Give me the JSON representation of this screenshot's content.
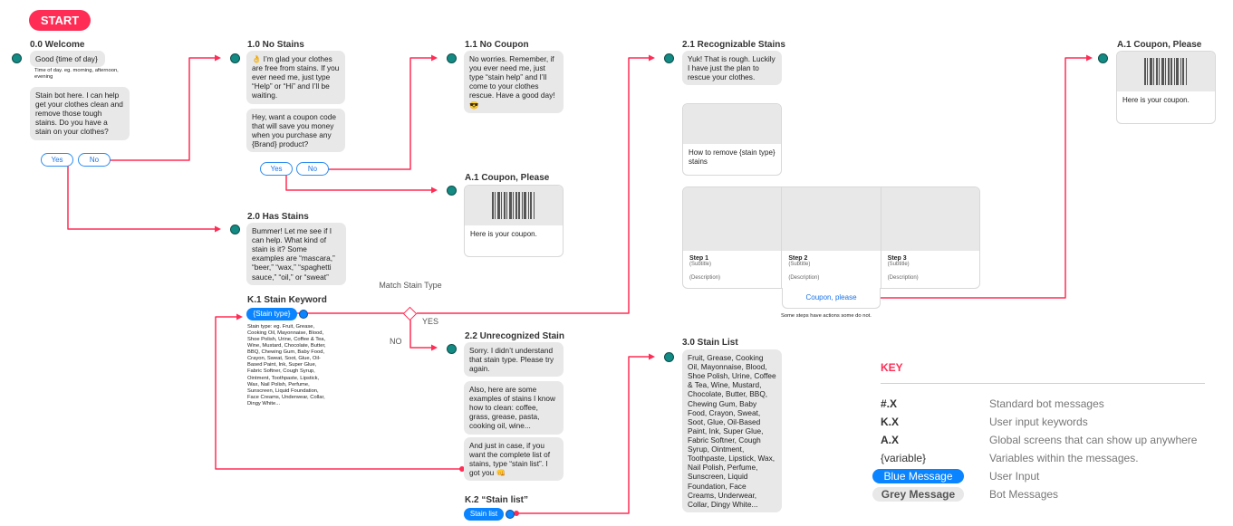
{
  "start_label": "START",
  "node_00": {
    "title": "0.0 Welcome",
    "msg1": "Good {time of day}",
    "note": "Time of day. eg. morning, afternoon, evening",
    "msg2": "Stain bot here. I can help get your clothes clean and remove those tough stains. Do you have a stain on your clothes?",
    "yes": "Yes",
    "no": "No"
  },
  "node_10": {
    "title": "1.0 No Stains",
    "msg1": "👌 I’m glad your clothes are free from stains. If you ever need me, just type “Help” or “Hi” and I’ll be waiting.",
    "msg2": "Hey, want a coupon code that will save you money when you purchase any {Brand} product?",
    "yes": "Yes",
    "no": "No"
  },
  "node_11": {
    "title": "1.1 No Coupon",
    "msg": "No worries. Remember, if you ever need me, just type “stain help” and I’ll come to your clothes rescue. Have a good day! 😎"
  },
  "node_a1_mid": {
    "title": "A.1 Coupon, Please",
    "text": "Here is your coupon."
  },
  "node_20": {
    "title": "2.0 Has Stains",
    "msg": "Bummer! Let me see if I can help. What  kind of stain is it? Some examples are “mascara,” “beer,” “wax,” “spaghetti sauce,” “oil,” or “sweat”"
  },
  "node_k1": {
    "title": "K.1 Stain Keyword",
    "chip": "{Stain type}",
    "note": "Stain type: eg. Fruit, Grease, Cooking Oil, Mayonnaise, Blood, Shoe Polish, Urine, Coffee & Tea, Wine, Mustard, Chocolate, Butter, BBQ, Chewing Gum, Baby Food, Crayon, Sweat, Soot, Glue, Oil-Based Paint, Ink, Super Glue, Fabric Softner,  Cough Syrup, Ointment, Toothpaste, Lipstick, Wax, Nail Polish, Perfume, Sunscreen, Liquid Foundation, Face Creams, Underwear, Collar, Dingy White..."
  },
  "decision": {
    "label": "Match Stain Type",
    "yes": "YES",
    "no": "NO"
  },
  "node_21": {
    "title": "2.1 Recognizable Stains",
    "msg": "Yuk! That is rough. Luckily I have just the plan to rescue your clothes.",
    "card_text": "How to remove {stain type} stains",
    "steps": [
      {
        "title": "Step 1",
        "subtitle": "(Subtitle)",
        "desc": "(Description)"
      },
      {
        "title": "Step 2",
        "subtitle": "(Subtitle)",
        "desc": "(Description)"
      },
      {
        "title": "Step 3",
        "subtitle": "(Subtitle)",
        "desc": "(Description)"
      }
    ],
    "action": "Coupon, please",
    "action_note": "Some steps have actions some do not."
  },
  "node_22": {
    "title": "2.2 Unrecognized Stain",
    "msg1": "Sorry. I didn’t understand that stain type. Please try again.",
    "msg2": "Also, here are some examples of stains I know how to clean: coffee, grass, grease, pasta, cooking oil, wine...",
    "msg3": "And just in case, if you want the complete list of stains, type “stain list”. I got you 👊"
  },
  "node_k2": {
    "title": "K.2 “Stain list”",
    "chip": "Stain list"
  },
  "node_30": {
    "title": "3.0 Stain List",
    "msg": "Fruit, Grease, Cooking Oil, Mayonnaise, Blood, Shoe Polish, Urine, Coffee & Tea, Wine, Mustard, Chocolate, Butter, BBQ, Chewing Gum, Baby Food, Crayon, Sweat, Soot, Glue,  Oil-Based Paint, Ink, Super Glue, Fabric Softner, Cough Syrup, Ointment, Toothpaste, Lipstick, Wax, Nail Polish, Perfume, Sunscreen, Liquid Foundation, Face Creams, Underwear, Collar, Dingy White..."
  },
  "node_a1_right": {
    "title": "A.1 Coupon, Please",
    "text": "Here is your coupon."
  },
  "key": {
    "title": "KEY",
    "rows": [
      {
        "sym": "#.X",
        "desc": "Standard bot messages"
      },
      {
        "sym": "K.X",
        "desc": "User input keywords"
      },
      {
        "sym": "A.X",
        "desc": "Global screens that can show up anywhere"
      },
      {
        "sym": "{variable}",
        "desc": "Variables within the messages."
      },
      {
        "sym": "Blue Message",
        "desc": "User Input"
      },
      {
        "sym": "Grey Message",
        "desc": "Bot Messages"
      }
    ]
  },
  "colors": {
    "accent": "#ff2d55",
    "user_blue": "#0a84ff",
    "bot_grey": "#e8e8e8",
    "avatar": "#138a83"
  }
}
